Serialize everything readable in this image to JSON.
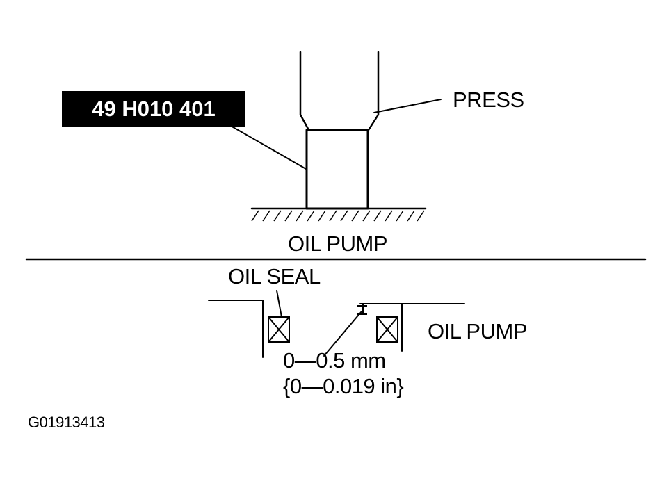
{
  "tool_label": "49 H010 401",
  "press_label": "PRESS",
  "upper_part_label": "OIL PUMP",
  "seal_label": "OIL SEAL",
  "lower_part_label": "OIL PUMP",
  "spec_mm": "0—0.5 mm",
  "spec_in": "{0—0.019 in}",
  "figure_code": "G01913413"
}
